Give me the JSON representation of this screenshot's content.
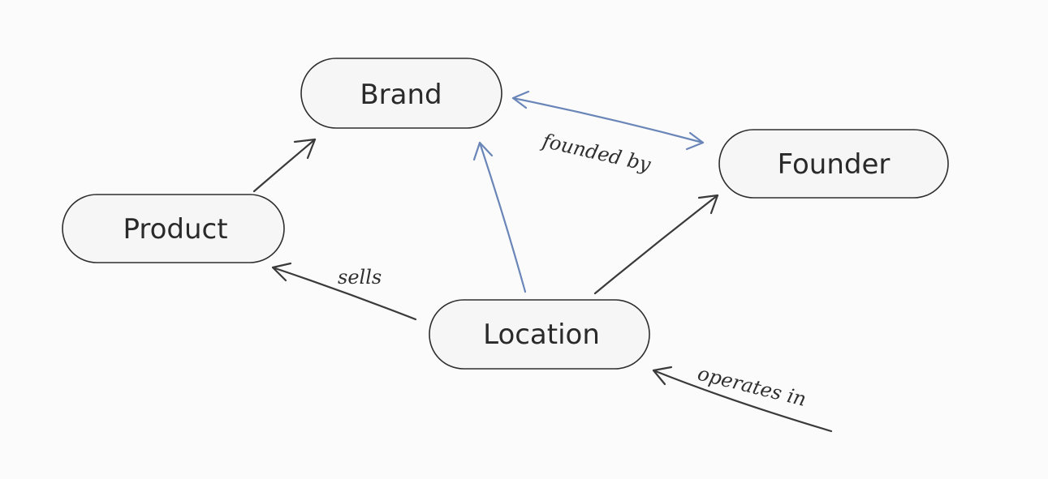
{
  "nodes": {
    "brand": "Brand",
    "founder": "Founder",
    "product": "Product",
    "location": "Location"
  },
  "edges": {
    "founded_by": "founded by",
    "sells": "sells",
    "operates_in": "operates in"
  },
  "colors": {
    "node_fill": "#f6f6f6",
    "outline": "#2e2e2e",
    "dark_edge": "#3a3a3a",
    "blue_edge": "#6a86b8",
    "background": "#fbfbfb"
  }
}
